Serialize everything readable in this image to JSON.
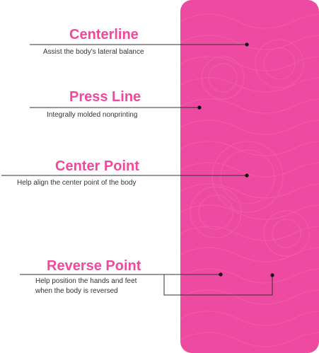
{
  "colors": {
    "accent": "#f0489b",
    "mat": "#ee4aa1",
    "line": "#333333"
  },
  "callouts": [
    {
      "title": "Centerline",
      "description": "Assist the body's lateral balance"
    },
    {
      "title": "Press Line",
      "description": "Integrally molded nonprinting"
    },
    {
      "title": "Center Point",
      "description": "Help align the center point of the body"
    },
    {
      "title": "Reverse Point",
      "description": "Help position the hands and feet",
      "description_line2": "when the body is reversed"
    }
  ]
}
